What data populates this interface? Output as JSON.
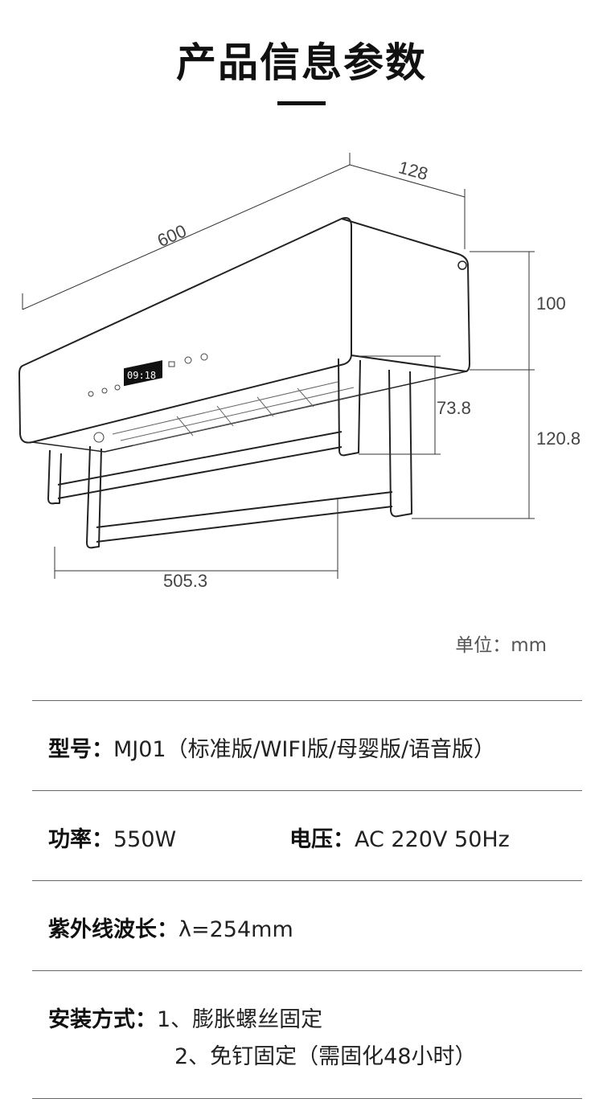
{
  "title": "产品信息参数",
  "dimensions": {
    "length": "600",
    "depth": "128",
    "height": "100",
    "rack_drop": "73.8",
    "total_drop": "120.8",
    "rack_width": "505.3"
  },
  "unit_label": "单位：mm",
  "specs": {
    "model_label": "型号：",
    "model_value": "MJ01（标准版/WIFI版/母婴版/语音版）",
    "power_label": "功率：",
    "power_value": "550W",
    "voltage_label": "电压：",
    "voltage_value": "AC 220V 50Hz",
    "uv_label": "紫外线波长：",
    "uv_value": "λ=254mm",
    "install_label": "安装方式：",
    "install_1": "1、膨胀螺丝固定",
    "install_2": "2、免钉固定（需固化48小时）"
  },
  "display": {
    "time": "09:18"
  }
}
